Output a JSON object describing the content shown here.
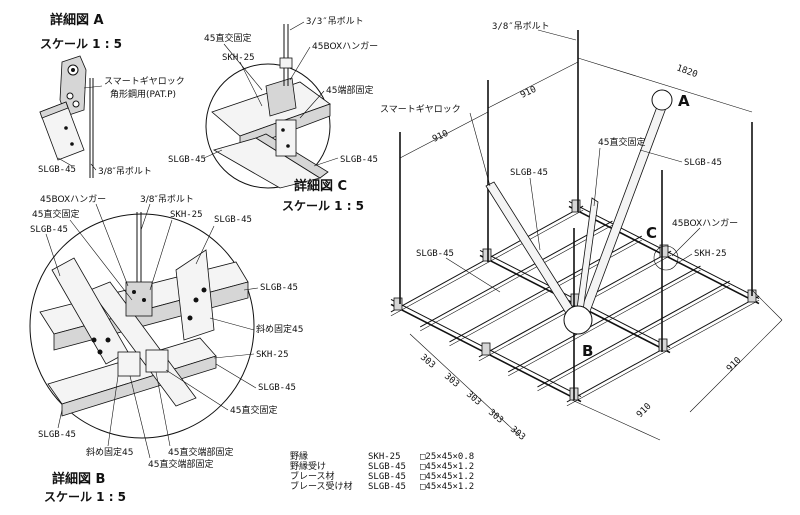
{
  "detail_a": {
    "title": "詳細図 A",
    "scale": "スケール 1 : 5",
    "label_lock": "スマートギヤロック",
    "label_steel": "角形鋼用(PAT.P)",
    "label_bolt": "3/8″吊ボルト",
    "label_slgb": "SLGB-45"
  },
  "detail_c": {
    "title": "詳細図 C",
    "scale": "スケール 1 : 5",
    "label_bolt": "3/3″吊ボルト",
    "label_fix": "45直交固定",
    "label_skh": "SKH-25",
    "label_hanger": "45BOXハンガー",
    "label_end": "45端部固定",
    "label_slgb_left": "SLGB-45",
    "label_slgb_right": "SLGB-45"
  },
  "detail_b": {
    "title": "詳細図 B",
    "scale": "スケール 1 : 5",
    "label_hanger": "45BOXハンガー",
    "label_bolt": "3/8″吊ボルト",
    "label_fix": "45直交固定",
    "label_skh_top": "SKH-25",
    "label_slgb_top_left": "SLGB-45",
    "label_slgb_top_right": "SLGB-45",
    "label_slgb_right": "SLGB-45",
    "label_diag_right": "斜め固定45",
    "label_skh_right": "SKH-25",
    "label_slgb_right2": "SLGB-45",
    "label_fix_right": "45直交固定",
    "label_slgb_left": "SLGB-45",
    "label_diag_bottom": "斜め固定45",
    "label_end_fix1": "45直交端部固定",
    "label_end_fix2": "45直交端部固定"
  },
  "main": {
    "label_bolt": "3/8″吊ボルト",
    "dim_1820": "1820",
    "dim_910_top": "910",
    "dim_910_left": "910",
    "label_lock": "スマートギヤロック",
    "marker_a": "A",
    "label_fix": "45直交固定",
    "label_slgb_diag": "SLGB-45",
    "label_slgb_mid": "SLGB-45",
    "label_slgb_left": "SLGB-45",
    "marker_c": "C",
    "label_hanger": "45BOXハンガー",
    "label_skh": "SKH-25",
    "marker_b": "B",
    "dim_303_1": "303",
    "dim_303_2": "303",
    "dim_303_3": "303",
    "dim_303_4": "303",
    "dim_303_5": "303",
    "dim_910_right": "910",
    "dim_910_bottom": "910"
  },
  "legend": [
    {
      "name": "野縁",
      "code": "SKH-25",
      "spec": "□25×45×0.8"
    },
    {
      "name": "野縁受け",
      "code": "SLGB-45",
      "spec": "□45×45×1.2"
    },
    {
      "name": "ブレース材",
      "code": "SLGB-45",
      "spec": "□45×45×1.2"
    },
    {
      "name": "ブレース受け材",
      "code": "SLGB-45",
      "spec": "□45×45×1.2"
    }
  ],
  "colors": {
    "line": "#111111",
    "background": "#ffffff",
    "fill_light": "#f4f4f4",
    "fill_dark": "#d6d6d6"
  }
}
